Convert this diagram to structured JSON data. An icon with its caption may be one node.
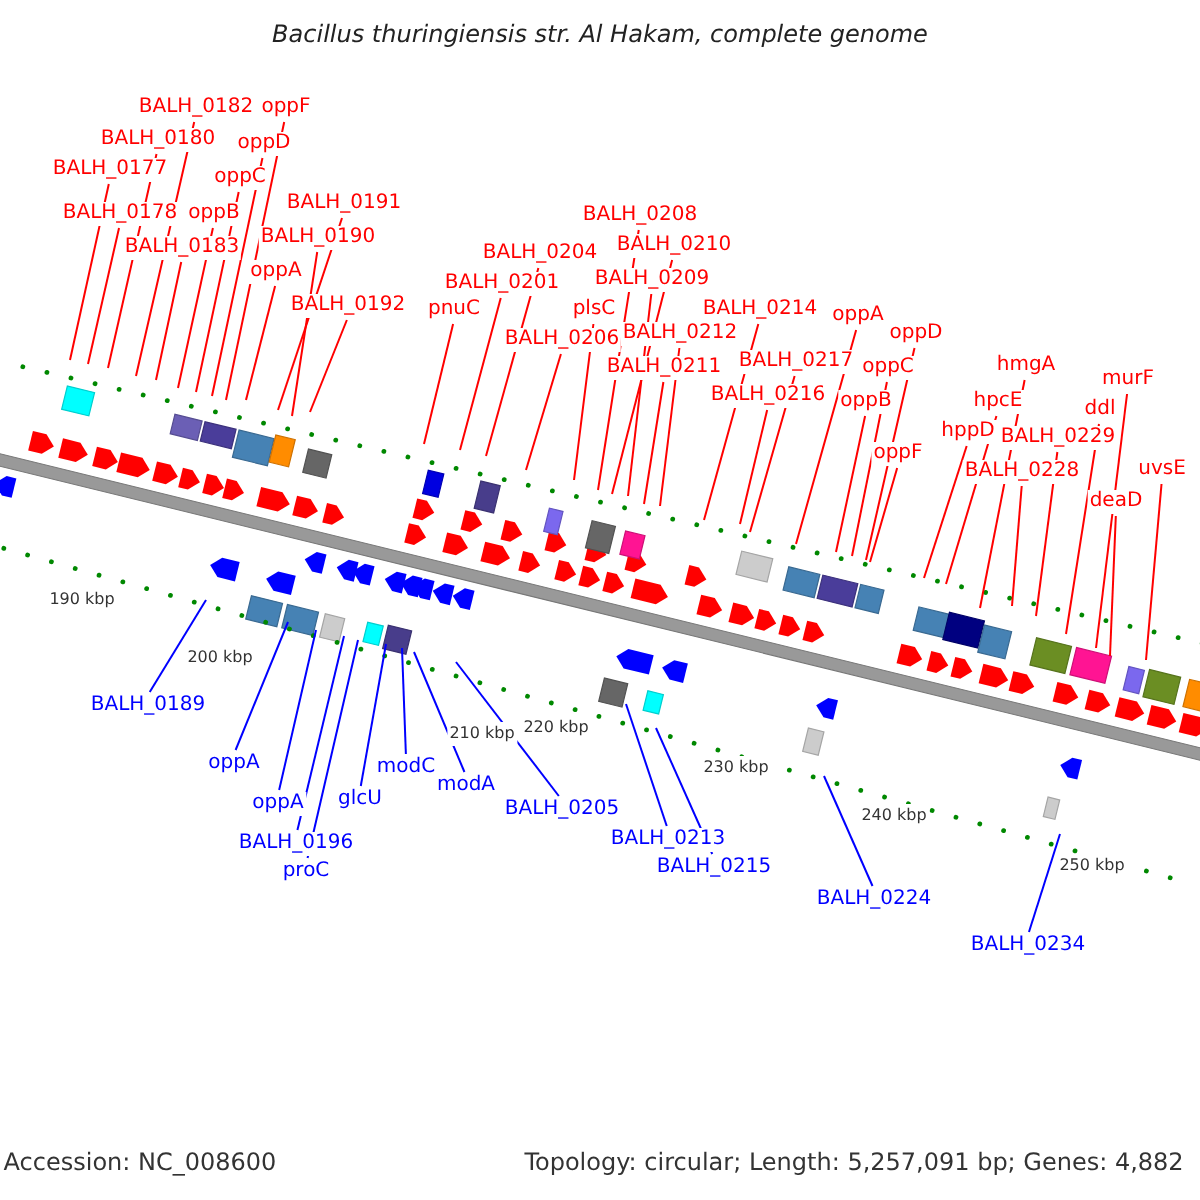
{
  "diagram": {
    "title": "Bacillus thuringiensis str. Al Hakam, complete genome",
    "nodes": [
      {
        "text": [
          "BALH_0182"
        ]
      },
      {
        "text": [
          "oppF"
        ]
      },
      {
        "text": [
          "BALH_0180"
        ]
      },
      {
        "text": [
          "oppD"
        ]
      },
      {
        "text": [
          "BALH_0177"
        ]
      },
      {
        "text": [
          "oppC"
        ]
      },
      {
        "text": [
          "BALH_0178"
        ]
      },
      {
        "text": [
          "oppB"
        ]
      },
      {
        "text": [
          "BALH_0191"
        ]
      },
      {
        "text": [
          "BALH_0183"
        ]
      },
      {
        "text": [
          "BALH_0190"
        ]
      },
      {
        "text": [
          "oppA"
        ]
      },
      {
        "text": [
          "BALH_0192"
        ]
      },
      {
        "text": [
          "pnuC"
        ]
      },
      {
        "text": [
          "BALH_0201"
        ]
      },
      {
        "text": [
          "BALH_0204"
        ]
      },
      {
        "text": [
          "BALH_0206"
        ]
      },
      {
        "text": [
          "plsC"
        ]
      },
      {
        "text": [
          "BALH_0208"
        ]
      },
      {
        "text": [
          "BALH_0210"
        ]
      },
      {
        "text": [
          "BALH_0209"
        ]
      },
      {
        "text": [
          "BALH_0212"
        ]
      },
      {
        "text": [
          "BALH_0211"
        ]
      },
      {
        "text": [
          "BALH_0214"
        ]
      },
      {
        "text": [
          "BALH_0217"
        ]
      },
      {
        "text": [
          "BALH_0216"
        ]
      },
      {
        "text": [
          "oppA"
        ]
      },
      {
        "text": [
          "oppD"
        ]
      },
      {
        "text": [
          "oppC"
        ]
      },
      {
        "text": [
          "oppB"
        ]
      },
      {
        "text": [
          "oppF"
        ]
      },
      {
        "text": [
          "hppD"
        ]
      },
      {
        "text": [
          "hpcE"
        ]
      },
      {
        "text": [
          "hmgA"
        ]
      },
      {
        "text": [
          "BALH_0229"
        ]
      },
      {
        "text": [
          "BALH_0228"
        ]
      },
      {
        "text": [
          "ddl"
        ]
      },
      {
        "text": [
          "murF"
        ]
      },
      {
        "text": [
          "deaD"
        ]
      },
      {
        "text": [
          "uvsE"
        ]
      },
      {
        "text": [
          "BALH_0189"
        ]
      },
      {
        "text": [
          "oppA"
        ]
      },
      {
        "text": [
          "oppA"
        ]
      },
      {
        "text": [
          "BALH_0196"
        ]
      },
      {
        "text": [
          "proC"
        ]
      },
      {
        "text": [
          "glcU"
        ]
      },
      {
        "text": [
          "modC"
        ]
      },
      {
        "text": [
          "modA"
        ]
      },
      {
        "text": [
          "BALH_0205"
        ]
      },
      {
        "text": [
          "BALH_0213"
        ]
      },
      {
        "text": [
          "BALH_0215"
        ]
      },
      {
        "text": [
          "BALH_0224"
        ]
      },
      {
        "text": [
          "BALH_0234"
        ]
      }
    ],
    "edges": [
      {
        "from": 0,
        "to": null,
        "arrow": "none"
      },
      {
        "from": 1,
        "to": null,
        "arrow": "none"
      },
      {
        "from": 2,
        "to": null,
        "arrow": "none"
      },
      {
        "from": 3,
        "to": null,
        "arrow": "none"
      },
      {
        "from": 4,
        "to": null,
        "arrow": "none"
      },
      {
        "from": 5,
        "to": null,
        "arrow": "none"
      },
      {
        "from": 6,
        "to": null,
        "arrow": "none"
      },
      {
        "from": 7,
        "to": null,
        "arrow": "none"
      },
      {
        "from": 8,
        "to": null,
        "arrow": "none"
      },
      {
        "from": 9,
        "to": null,
        "arrow": "none"
      },
      {
        "from": 10,
        "to": null,
        "arrow": "none"
      },
      {
        "from": 11,
        "to": null,
        "arrow": "none"
      },
      {
        "from": 12,
        "to": null,
        "arrow": "none"
      },
      {
        "from": 13,
        "to": null,
        "arrow": "none"
      },
      {
        "from": 14,
        "to": null,
        "arrow": "none"
      },
      {
        "from": 15,
        "to": null,
        "arrow": "none"
      },
      {
        "from": 16,
        "to": null,
        "arrow": "none"
      },
      {
        "from": 17,
        "to": null,
        "arrow": "none"
      },
      {
        "from": 18,
        "to": null,
        "arrow": "none"
      },
      {
        "from": 19,
        "to": null,
        "arrow": "none"
      },
      {
        "from": 20,
        "to": null,
        "arrow": "none"
      },
      {
        "from": 21,
        "to": null,
        "arrow": "none"
      },
      {
        "from": 22,
        "to": null,
        "arrow": "none"
      },
      {
        "from": 23,
        "to": null,
        "arrow": "none"
      },
      {
        "from": 24,
        "to": null,
        "arrow": "none"
      },
      {
        "from": 25,
        "to": null,
        "arrow": "none"
      },
      {
        "from": 26,
        "to": null,
        "arrow": "none"
      },
      {
        "from": 27,
        "to": null,
        "arrow": "none"
      },
      {
        "from": 28,
        "to": null,
        "arrow": "none"
      },
      {
        "from": 29,
        "to": null,
        "arrow": "none"
      },
      {
        "from": 30,
        "to": null,
        "arrow": "none"
      },
      {
        "from": 31,
        "to": null,
        "arrow": "none"
      },
      {
        "from": 32,
        "to": null,
        "arrow": "none"
      },
      {
        "from": 33,
        "to": null,
        "arrow": "none"
      },
      {
        "from": 34,
        "to": null,
        "arrow": "none"
      },
      {
        "from": 35,
        "to": null,
        "arrow": "none"
      },
      {
        "from": 36,
        "to": null,
        "arrow": "none"
      },
      {
        "from": 37,
        "to": null,
        "arrow": "none"
      },
      {
        "from": 38,
        "to": null,
        "arrow": "none"
      },
      {
        "from": 39,
        "to": null,
        "arrow": "none"
      },
      {
        "from": 40,
        "to": null,
        "arrow": "none",
        "color": "#0000ff"
      },
      {
        "from": 41,
        "to": null,
        "arrow": "none",
        "color": "#0000ff"
      },
      {
        "from": 42,
        "to": null,
        "arrow": "none",
        "color": "#0000ff"
      },
      {
        "from": 43,
        "to": null,
        "arrow": "none",
        "color": "#0000ff"
      },
      {
        "from": 44,
        "to": null,
        "arrow": "none",
        "color": "#0000ff"
      },
      {
        "from": 45,
        "to": null,
        "arrow": "none",
        "color": "#0000ff"
      },
      {
        "from": 46,
        "to": null,
        "arrow": "none",
        "color": "#0000ff"
      },
      {
        "from": 47,
        "to": null,
        "arrow": "none",
        "color": "#0000ff"
      },
      {
        "from": 48,
        "to": null,
        "arrow": "none",
        "color": "#0000ff"
      },
      {
        "from": 49,
        "to": null,
        "arrow": "none",
        "color": "#0000ff"
      },
      {
        "from": 50,
        "to": null,
        "arrow": "none",
        "color": "#0000ff"
      },
      {
        "from": 51,
        "to": null,
        "arrow": "none",
        "color": "#0000ff"
      },
      {
        "from": 52,
        "to": null,
        "arrow": "none",
        "color": "#0000ff"
      }
    ],
    "labels": [
      "190 kbp",
      "200 kbp",
      "210 kbp",
      "220 kbp",
      "230 kbp",
      "240 kbp",
      "250 kbp",
      "Accession: NC_008600",
      "Topology: circular; Length: 5,257,091 bp; Genes: 4,882"
    ]
  }
}
